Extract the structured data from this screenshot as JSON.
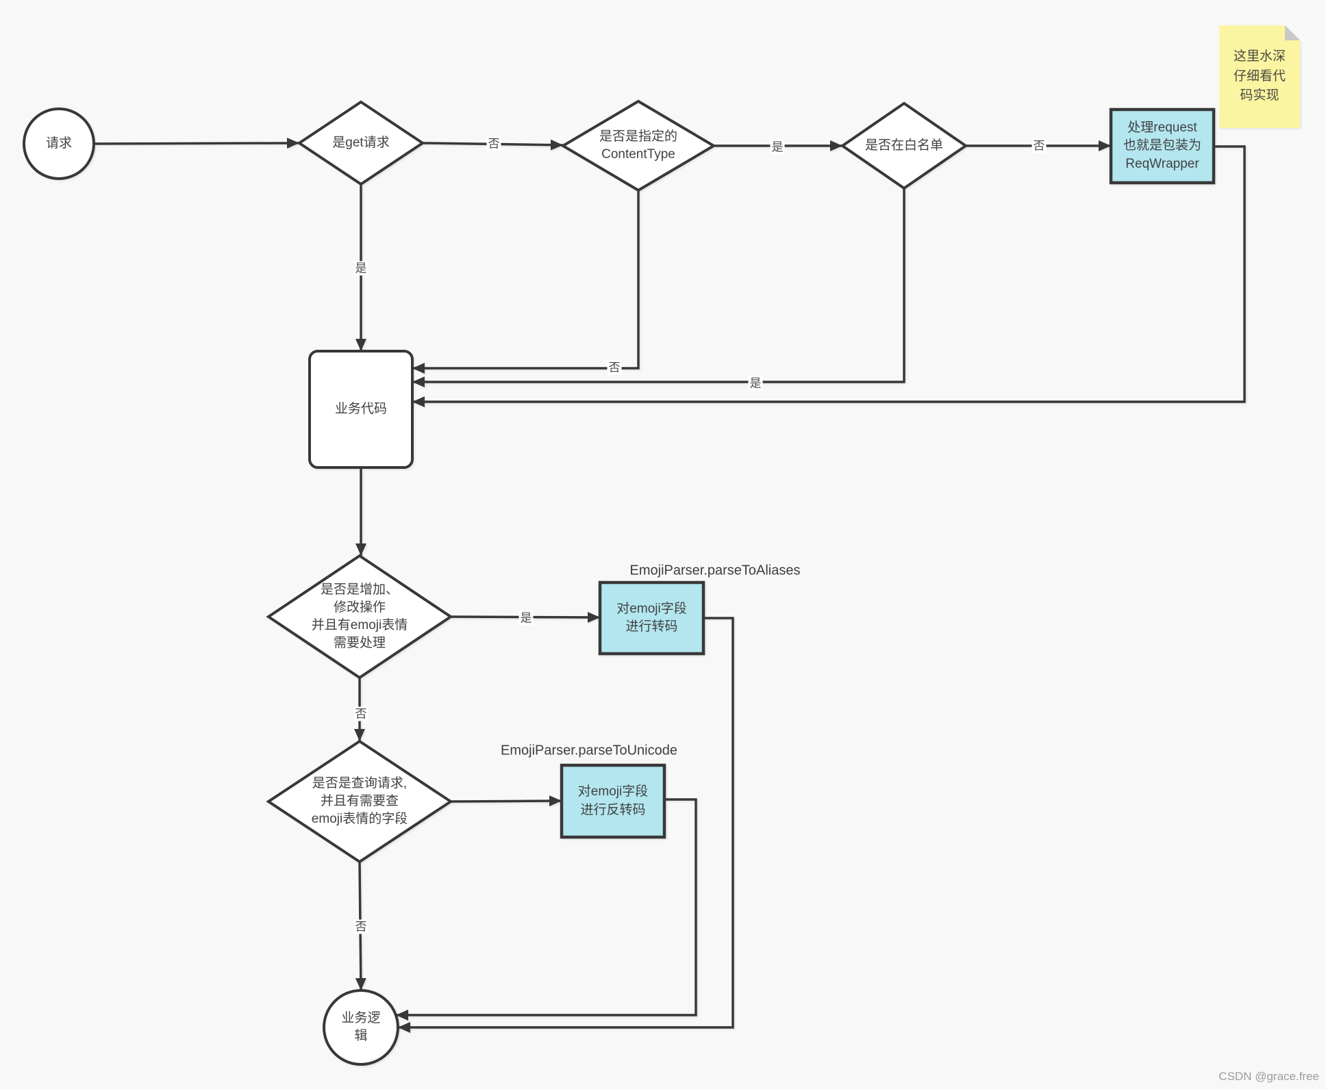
{
  "colors": {
    "canvas_bg": "#f8f8f8",
    "node_fill": "#ffffff",
    "node_border": "#383838",
    "edge": "#383838",
    "accent_fill": "#b3e6ef",
    "note_fill": "#fbf5a1",
    "note_fold": "#c8c8c8",
    "text": "#424242",
    "watermark_text": "#9d9d9d"
  },
  "nodes": {
    "start": {
      "label": "请求"
    },
    "is_get": {
      "label": "是get请求"
    },
    "is_content_type": {
      "label": "是否是指定的\nContentType"
    },
    "is_whitelist": {
      "label": "是否在白名单"
    },
    "wrap_request": {
      "label": "处理request\n也就是包装为\nReqWrapper"
    },
    "note": {
      "label": "这里水深\n仔细看代\n码实现"
    },
    "biz_code": {
      "label": "业务代码"
    },
    "is_add_update": {
      "label": "是否是增加、\n修改操作\n并且有emoji表情\n需要处理"
    },
    "encode_emoji": {
      "label": "对emoji字段\n进行转码",
      "title": "EmojiParser.parseToAliases"
    },
    "is_query": {
      "label": "是否是查询请求,\n并且有需要查\nemoji表情的字段"
    },
    "decode_emoji": {
      "label": "对emoji字段\n进行反转码",
      "title": "EmojiParser.parseToUnicode"
    },
    "end": {
      "label": "业务逻\n辑"
    }
  },
  "edge_labels": {
    "d1_no": "否",
    "d1_yes": "是",
    "d2_yes": "是",
    "d2_no": "否",
    "d3_no": "否",
    "d3_yes": "是",
    "d4_yes": "是",
    "d4_no": "否",
    "d5_no": "否"
  },
  "watermark": "CSDN @grace.free"
}
